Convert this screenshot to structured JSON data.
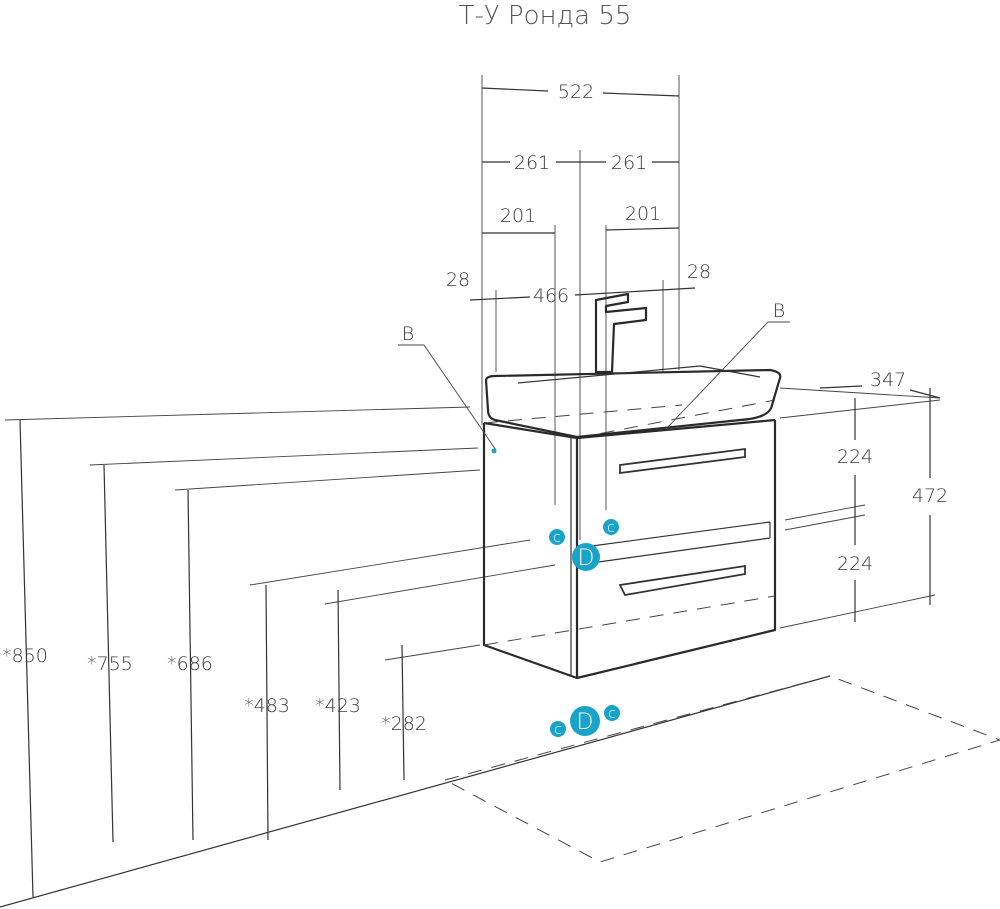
{
  "title": "Т-У Ронда 55",
  "accent_color": "#1aa3c8",
  "dimensions": {
    "width_total": "522",
    "half_left": "261",
    "half_right": "261",
    "offset_left": "201",
    "offset_right": "201",
    "inner_width": "466",
    "edge_left": "28",
    "edge_right": "28",
    "depth": "347",
    "drawer_upper": "224",
    "drawer_lower": "224",
    "body_height": "472",
    "h850": "*850",
    "h755": "*755",
    "h686": "*686",
    "h483": "*483",
    "h423": "*423",
    "h282": "*282"
  },
  "labels": {
    "b_left": "B",
    "b_right": "B",
    "c": "c",
    "d": "D"
  }
}
